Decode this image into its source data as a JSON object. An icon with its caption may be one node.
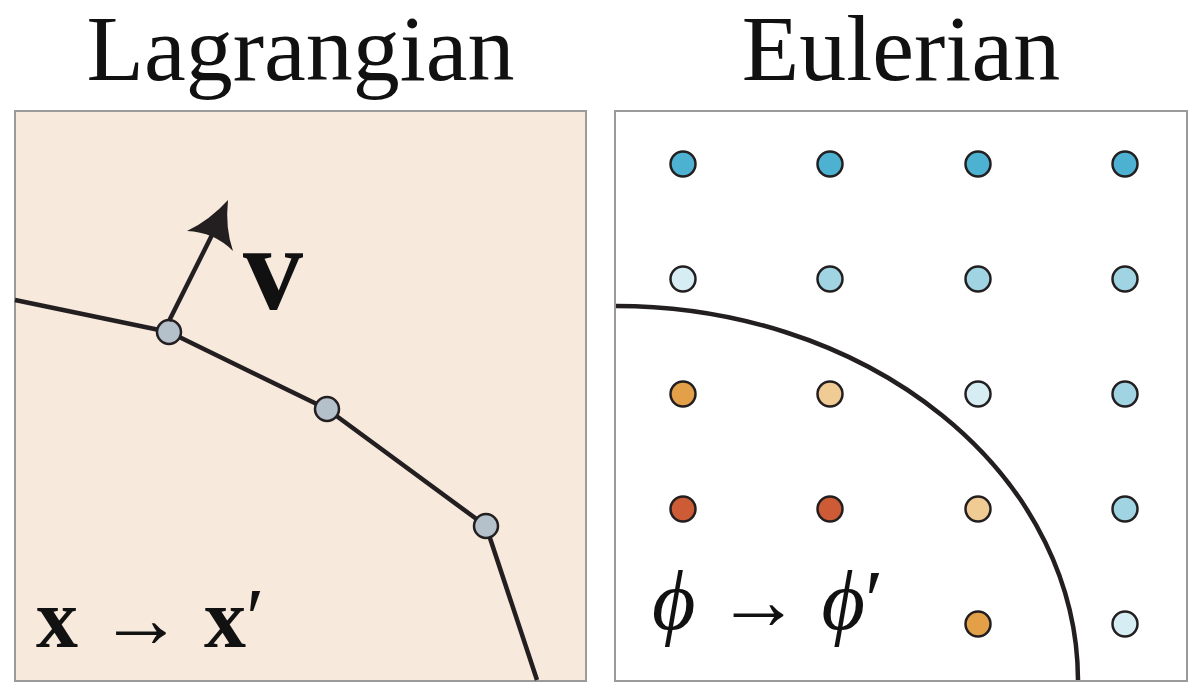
{
  "diagram": {
    "nodes": [
      {
        "text": [
          "Lagrangian"
        ]
      },
      {
        "text": [
          "Eulerian"
        ]
      }
    ],
    "labels": [
      "v",
      "**x** → **x**′",
      "*ϕ* → *ϕ*′"
    ]
  }
}
